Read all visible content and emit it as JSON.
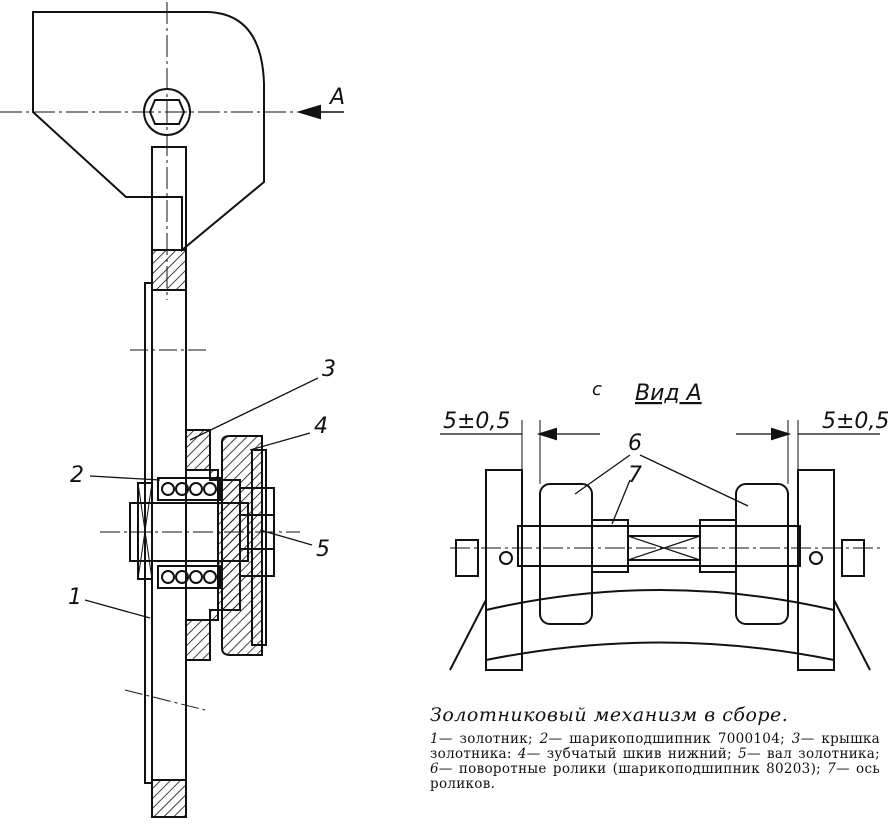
{
  "figure": {
    "view_label": "Вид А",
    "arrow_letter": "А",
    "dimension_left": "5±0,5",
    "dimension_right": "5±0,5",
    "stray_mark": "с",
    "callouts": {
      "n1": "1",
      "n2": "2",
      "n3": "3",
      "n4": "4",
      "n5": "5",
      "n6": "6",
      "n7": "7"
    }
  },
  "caption": {
    "title": "Золотниковый механизм в сборе.",
    "legend": [
      {
        "num": "1",
        "text": "— золотник; "
      },
      {
        "num": "2",
        "text": "— шарикоподшипник 7000104; "
      },
      {
        "num": "3",
        "text": "— крышка золотника: "
      },
      {
        "num": "4",
        "text": "— зубчатый шкив нижний; "
      },
      {
        "num": "5",
        "text": "— вал золотника; "
      },
      {
        "num": "6",
        "text": "— поворотные ролики (шарикоподшипник 80203); "
      },
      {
        "num": "7",
        "text": "— ось роликов."
      }
    ]
  },
  "colors": {
    "ink": "#111111",
    "paper": "#ffffff"
  }
}
